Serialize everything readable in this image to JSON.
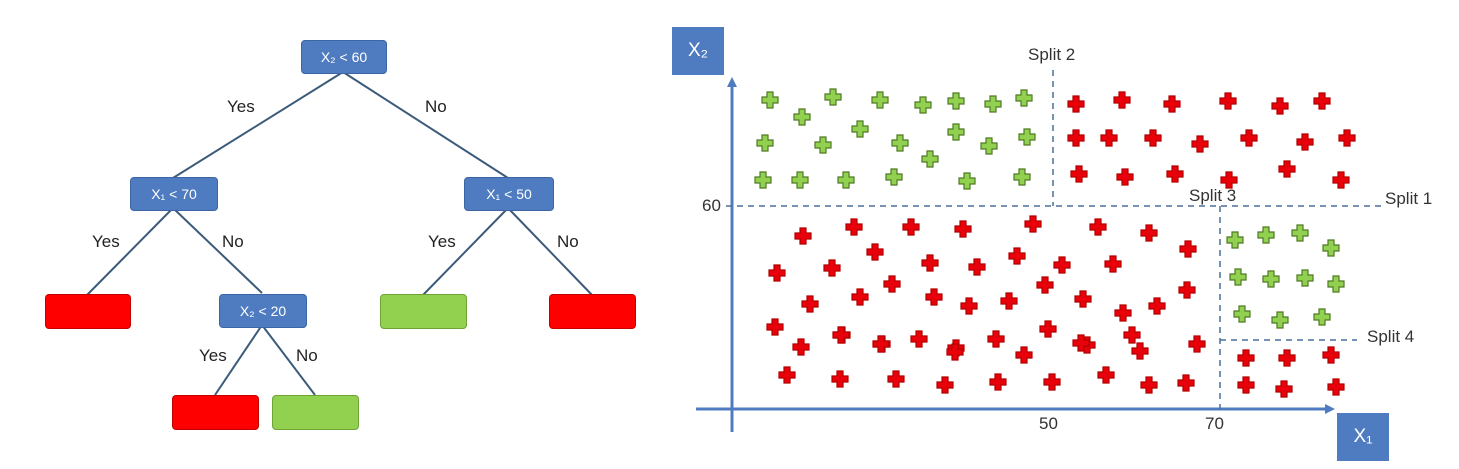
{
  "tree": {
    "root": "X₂ < 60",
    "left": "X₁ < 70",
    "right": "X₁ < 50",
    "left_right": "X₂ < 20",
    "yes": "Yes",
    "no": "No",
    "leaves": [
      "red",
      "green",
      "red",
      "red",
      "green"
    ],
    "colors": {
      "node": "#4f7cc0",
      "red": "#ff0000",
      "green": "#92d050",
      "edge": "#3c5b7a"
    }
  },
  "plot": {
    "x_axis_label": "X₁",
    "y_axis_label": "X₂",
    "y_tick": "60",
    "x_ticks": [
      "50",
      "70"
    ],
    "splits": [
      "Split 1",
      "Split 2",
      "Split 3",
      "Split 4"
    ],
    "colors": {
      "axis": "#4f7cc0",
      "red_marker": "#e8000b",
      "green_marker": "#92d050"
    }
  }
}
